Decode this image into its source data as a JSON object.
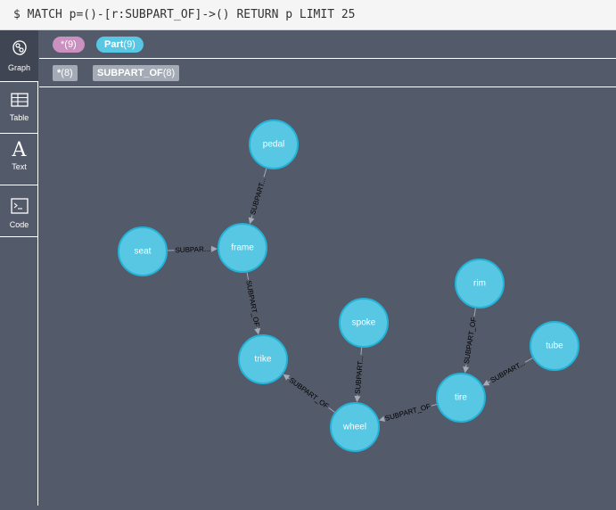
{
  "query": {
    "text": "$ MATCH p=()-[r:SUBPART_OF]->() RETURN p LIMIT 25"
  },
  "sidebar": {
    "items": [
      {
        "label": "Graph",
        "icon": "graph-icon",
        "active": true
      },
      {
        "label": "Table",
        "icon": "table-icon",
        "active": false
      },
      {
        "label": "Text",
        "icon": "text-icon",
        "active": false
      },
      {
        "label": "Code",
        "icon": "code-icon",
        "active": false
      }
    ]
  },
  "legend": {
    "node_labels": [
      {
        "name": "*",
        "count": "(9)",
        "color": "#c990c0"
      },
      {
        "name": "Part",
        "count": "(9)",
        "color": "#57c7e3"
      }
    ],
    "rel_types": [
      {
        "name": "*",
        "count": "(8)",
        "color": "#a5abb6"
      },
      {
        "name": "SUBPART_OF",
        "count": "(8)",
        "color": "#a5abb6"
      }
    ]
  },
  "graph": {
    "node_color": "#57c7e3",
    "nodes": [
      {
        "id": "pedal",
        "caption": "pedal"
      },
      {
        "id": "frame",
        "caption": "frame"
      },
      {
        "id": "seat",
        "caption": "seat"
      },
      {
        "id": "trike",
        "caption": "trike"
      },
      {
        "id": "spoke",
        "caption": "spoke"
      },
      {
        "id": "wheel",
        "caption": "wheel"
      },
      {
        "id": "rim",
        "caption": "rim"
      },
      {
        "id": "tube",
        "caption": "tube"
      },
      {
        "id": "tire",
        "caption": "tire"
      }
    ],
    "relationships": [
      {
        "from": "pedal",
        "to": "frame",
        "caption": "SUBPART..."
      },
      {
        "from": "seat",
        "to": "frame",
        "caption": "SUBPAR..."
      },
      {
        "from": "frame",
        "to": "trike",
        "caption": "SUBPART_OF"
      },
      {
        "from": "wheel",
        "to": "trike",
        "caption": "SUBPART_OF"
      },
      {
        "from": "spoke",
        "to": "wheel",
        "caption": "SUBPART..."
      },
      {
        "from": "tire",
        "to": "wheel",
        "caption": "SUBPART_OF"
      },
      {
        "from": "rim",
        "to": "tire",
        "caption": "SUBPART_OF"
      },
      {
        "from": "tube",
        "to": "tire",
        "caption": "SUBPART..."
      }
    ]
  }
}
